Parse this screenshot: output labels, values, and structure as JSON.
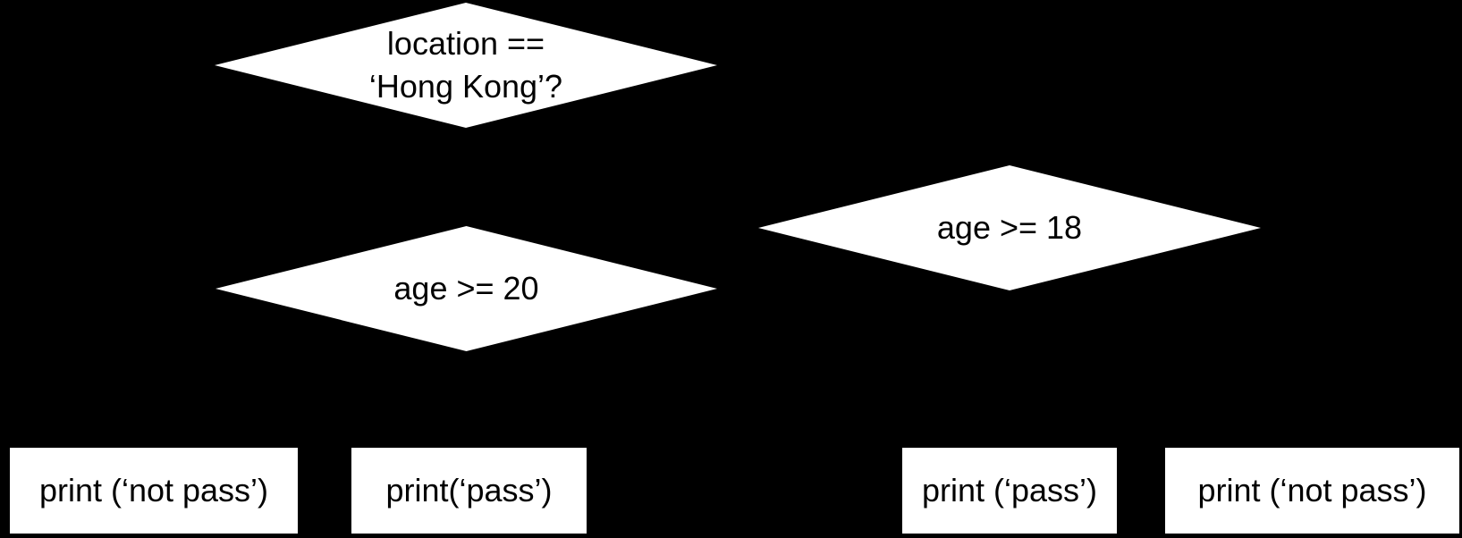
{
  "diagram": {
    "type": "flowchart",
    "colors": {
      "background": "#000000",
      "shape_fill": "#ffffff",
      "text": "#000000"
    },
    "nodes": {
      "decision_location": {
        "shape": "diamond",
        "line1": "location ==",
        "line2": "‘Hong Kong’?"
      },
      "decision_age20": {
        "shape": "diamond",
        "label": "age >= 20"
      },
      "decision_age18": {
        "shape": "diamond",
        "label": "age >= 18"
      },
      "result_left_notpass": {
        "shape": "rectangle",
        "label": "print (‘not pass’)"
      },
      "result_left_pass": {
        "shape": "rectangle",
        "label": "print(‘pass’)"
      },
      "result_right_pass": {
        "shape": "rectangle",
        "label": "print (‘pass’)"
      },
      "result_right_notpass": {
        "shape": "rectangle",
        "label": "print (‘not pass’)"
      }
    }
  }
}
